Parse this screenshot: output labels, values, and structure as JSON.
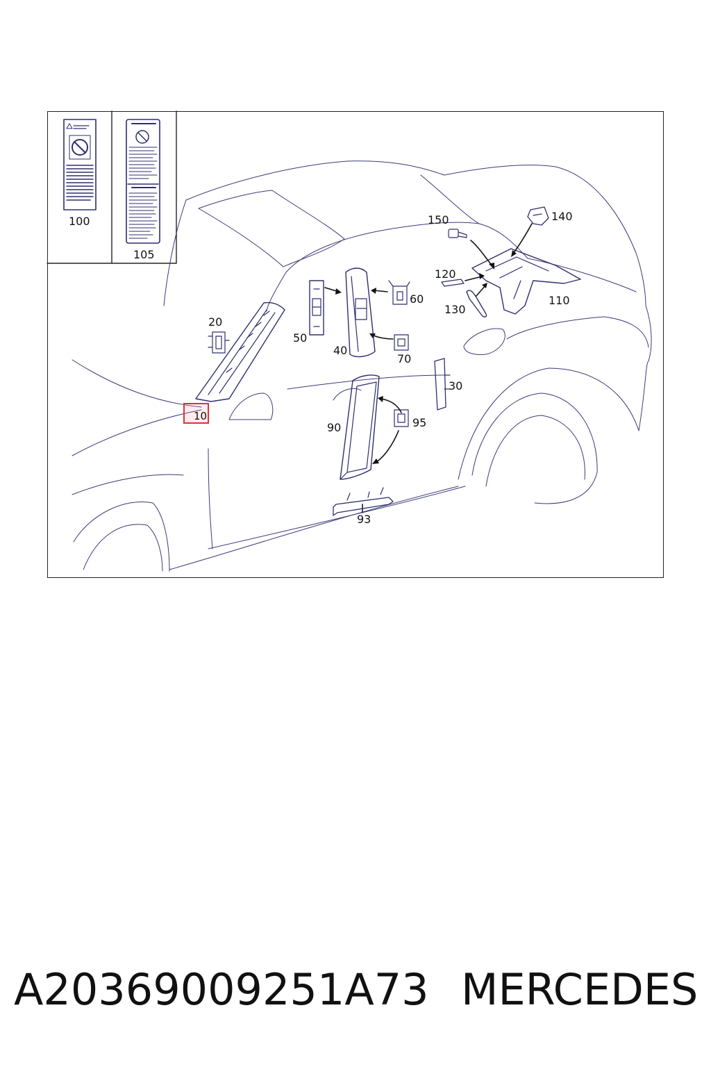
{
  "diagram": {
    "callouts": {
      "c100": "100",
      "c105": "105",
      "c150": "150",
      "c140": "140",
      "c120": "120",
      "c130": "130",
      "c110": "110",
      "c60": "60",
      "c50": "50",
      "c40": "40",
      "c70": "70",
      "c20": "20",
      "c10": "10",
      "c30": "30",
      "c90": "90",
      "c95": "95",
      "c93": "93"
    },
    "highlighted_callout": "10",
    "line_color": "#2e2e6e",
    "highlight_color": "#e0303a"
  },
  "footer": {
    "part_number": "A20369009251A73",
    "brand": "MERCEDES"
  }
}
